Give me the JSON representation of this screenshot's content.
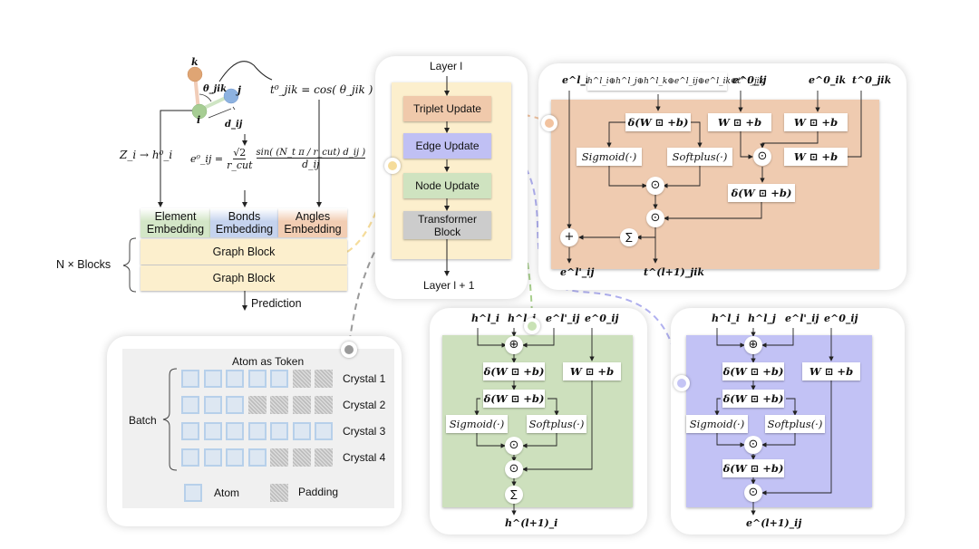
{
  "input_encoding": {
    "atoms": [
      {
        "label": "k",
        "color": "#e0a878"
      },
      {
        "label": "j",
        "color": "#8fb4e3"
      },
      {
        "label": "i",
        "color": "#a8cf96"
      }
    ],
    "angle_label": "θ_jik",
    "distance_label": "d_ij",
    "angle_formula": "t⁰_jik = cos( θ_jik )",
    "node_formula": "Z_i → h⁰_i",
    "edge_formula_lhs": "e⁰_ij =",
    "edge_formula_num": "√2",
    "edge_formula_den": "r_cut",
    "edge_formula_sin": "sin( (N_t π / r_cut) d_ij )",
    "edge_formula_sin_den": "d_ij"
  },
  "model_overview": {
    "embeddings": [
      {
        "label_line1": "Element",
        "label_line2": "Embedding",
        "color": "#d3e6c7"
      },
      {
        "label_line1": "Bonds",
        "label_line2": "Embedding",
        "color": "#c5d3ee"
      },
      {
        "label_line1": "Angles",
        "label_line2": "Embedding",
        "color": "#f2cdb3"
      }
    ],
    "graph_blocks": [
      "Graph Block",
      "Graph Block"
    ],
    "blocks_label": "N × Blocks",
    "prediction_label": "Prediction"
  },
  "graph_block_detail": {
    "input_label": "Layer l",
    "output_label": "Layer l + 1",
    "steps": [
      {
        "label": "Triplet Update",
        "color": "#f0c9ab"
      },
      {
        "label": "Edge Update",
        "color": "#c0c0f4"
      },
      {
        "label": "Node Update",
        "color": "#cfe3c0"
      },
      {
        "label_line1": "Transformer",
        "label_line2": "Block",
        "color": "#cccccc"
      }
    ],
    "background": "#fcefcd"
  },
  "triplet_update": {
    "background": "#efcbb0",
    "inputs": [
      "e^l_ij",
      "h^l_i⊕h^l_j⊕h^l_k⊕e^l_ij⊕e^l_ik⊕t^l_jik",
      "e^0_ij",
      "e^0_ik",
      "t^0_jik"
    ],
    "ops": {
      "gate_dense": "δ(W ⊡ +b)",
      "sigmoid": "Sigmoid(·)",
      "softplus": "Softplus(·)",
      "linear_eij": "W ⊡ +b",
      "linear_eik": "W ⊡ +b",
      "linear_tjik": "W ⊡ +b",
      "dense2": "δ(W ⊡ +b)"
    },
    "symbols": {
      "hadamard": "⊙",
      "sum": "∑",
      "plus": "+"
    },
    "outputs": [
      "e^l'_ij",
      "t^(l+1)_jik"
    ]
  },
  "atom_as_token": {
    "title": "Atom as Token",
    "batch_label": "Batch",
    "rows": [
      {
        "label": "Crystal 1",
        "atoms": 5,
        "padding": 2
      },
      {
        "label": "Crystal 2",
        "atoms": 3,
        "padding": 4
      },
      {
        "label": "Crystal 3",
        "atoms": 7,
        "padding": 0
      },
      {
        "label": "Crystal 4",
        "atoms": 4,
        "padding": 3
      }
    ],
    "legend": {
      "atom": "Atom",
      "padding": "Padding"
    }
  },
  "node_update": {
    "background": "#cde0bd",
    "inputs": [
      "h^l_i",
      "h^l_j",
      "e^l'_ij",
      "e^0_ij"
    ],
    "ops": {
      "concat": "⊕",
      "dense1": "δ(W ⊡ +b)",
      "dense2": "δ(W ⊡ +b)",
      "linear": "W ⊡ +b",
      "sigmoid": "Sigmoid(·)",
      "softplus": "Softplus(·)"
    },
    "symbols": {
      "hadamard": "⊙",
      "sum": "∑"
    },
    "output": "h^(l+1)_i"
  },
  "edge_update": {
    "background": "#c2c2f5",
    "inputs": [
      "h^l_i",
      "h^l_j",
      "e^l'_ij",
      "e^0_ij"
    ],
    "ops": {
      "concat": "⊕",
      "dense1": "δ(W ⊡ +b)",
      "dense2": "δ(W ⊡ +b)",
      "linear": "W ⊡ +b",
      "sigmoid": "Sigmoid(·)",
      "softplus": "Softplus(·)",
      "dense3": "δ(W ⊡ +b)"
    },
    "symbols": {
      "hadamard": "⊙"
    },
    "output": "e^(l+1)_ij"
  },
  "connector_colors": {
    "graph_block": "#f5dc9a",
    "triplet": "#f2c3a0",
    "edge": "#b0b0f0",
    "node": "#a9d08e",
    "transformer": "#9a9a9a"
  }
}
